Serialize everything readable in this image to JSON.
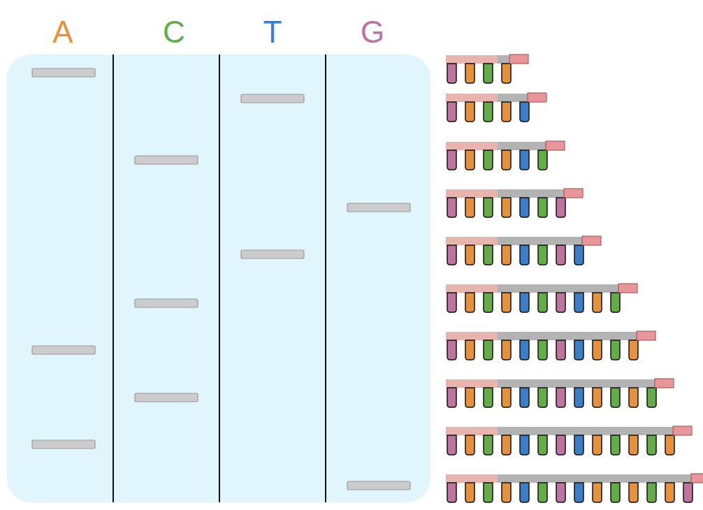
{
  "diagram": {
    "labels": [
      "A",
      "C",
      "T",
      "G"
    ]
  }
}
